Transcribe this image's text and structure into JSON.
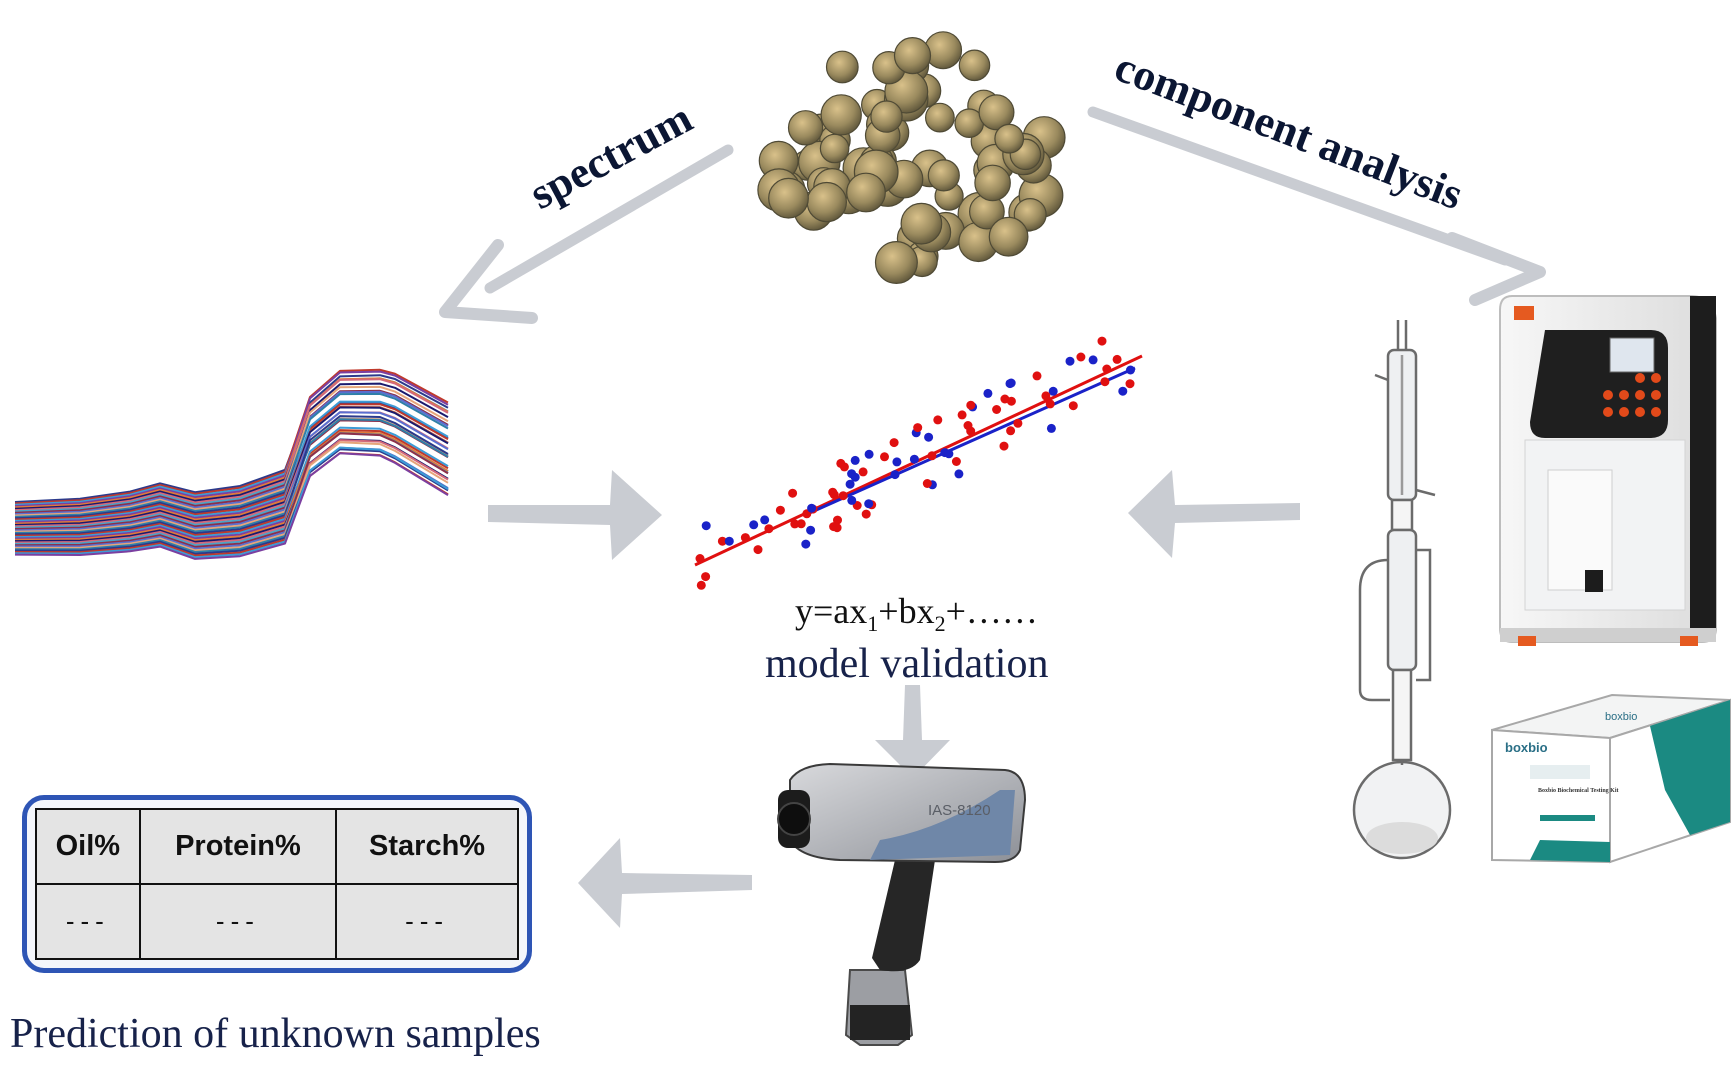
{
  "arrow_labels": {
    "spectrum": "spectrum",
    "component_analysis": "component analysis"
  },
  "equation": {
    "y": "y=ax",
    "s1": "1",
    "mid": "+bx",
    "s2": "2",
    "tail": "+……"
  },
  "model_label": "model validation",
  "device_brand": "IAS-8120",
  "kit": {
    "brand": "boxbio",
    "title": "Boxbio Biochemical Testing Kit"
  },
  "table": {
    "headers": [
      "Oil%",
      "Protein%",
      "Starch%"
    ],
    "values": [
      "---",
      "---",
      "---"
    ]
  },
  "prediction_label": "Prediction of unknown samples",
  "colors": {
    "arrow": "#c9ccd2",
    "label_dark": "#0b1633",
    "table_border": "#2e55b5",
    "fit_red": "#e01010",
    "fit_blue": "#1a22c8"
  },
  "icons": [
    "seed-pile-image",
    "nir-spectra-plot",
    "regression-scatter-plot",
    "kjeldahl-analyzer-image",
    "soxhlet-extractor-image",
    "test-kit-box-image",
    "handheld-nir-device-image"
  ]
}
